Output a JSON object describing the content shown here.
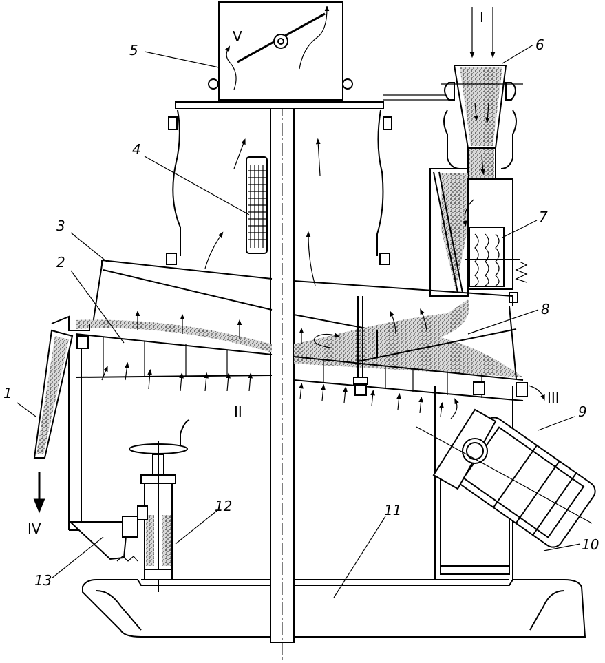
{
  "figure": {
    "part_labels": [
      "1",
      "2",
      "3",
      "4",
      "5",
      "6",
      "7",
      "8",
      "9",
      "10",
      "11",
      "12",
      "13"
    ],
    "flow_labels": {
      "in": "I",
      "air_in": "II",
      "out_light": "III",
      "out_heavy": "IV",
      "air_out": "V"
    }
  }
}
